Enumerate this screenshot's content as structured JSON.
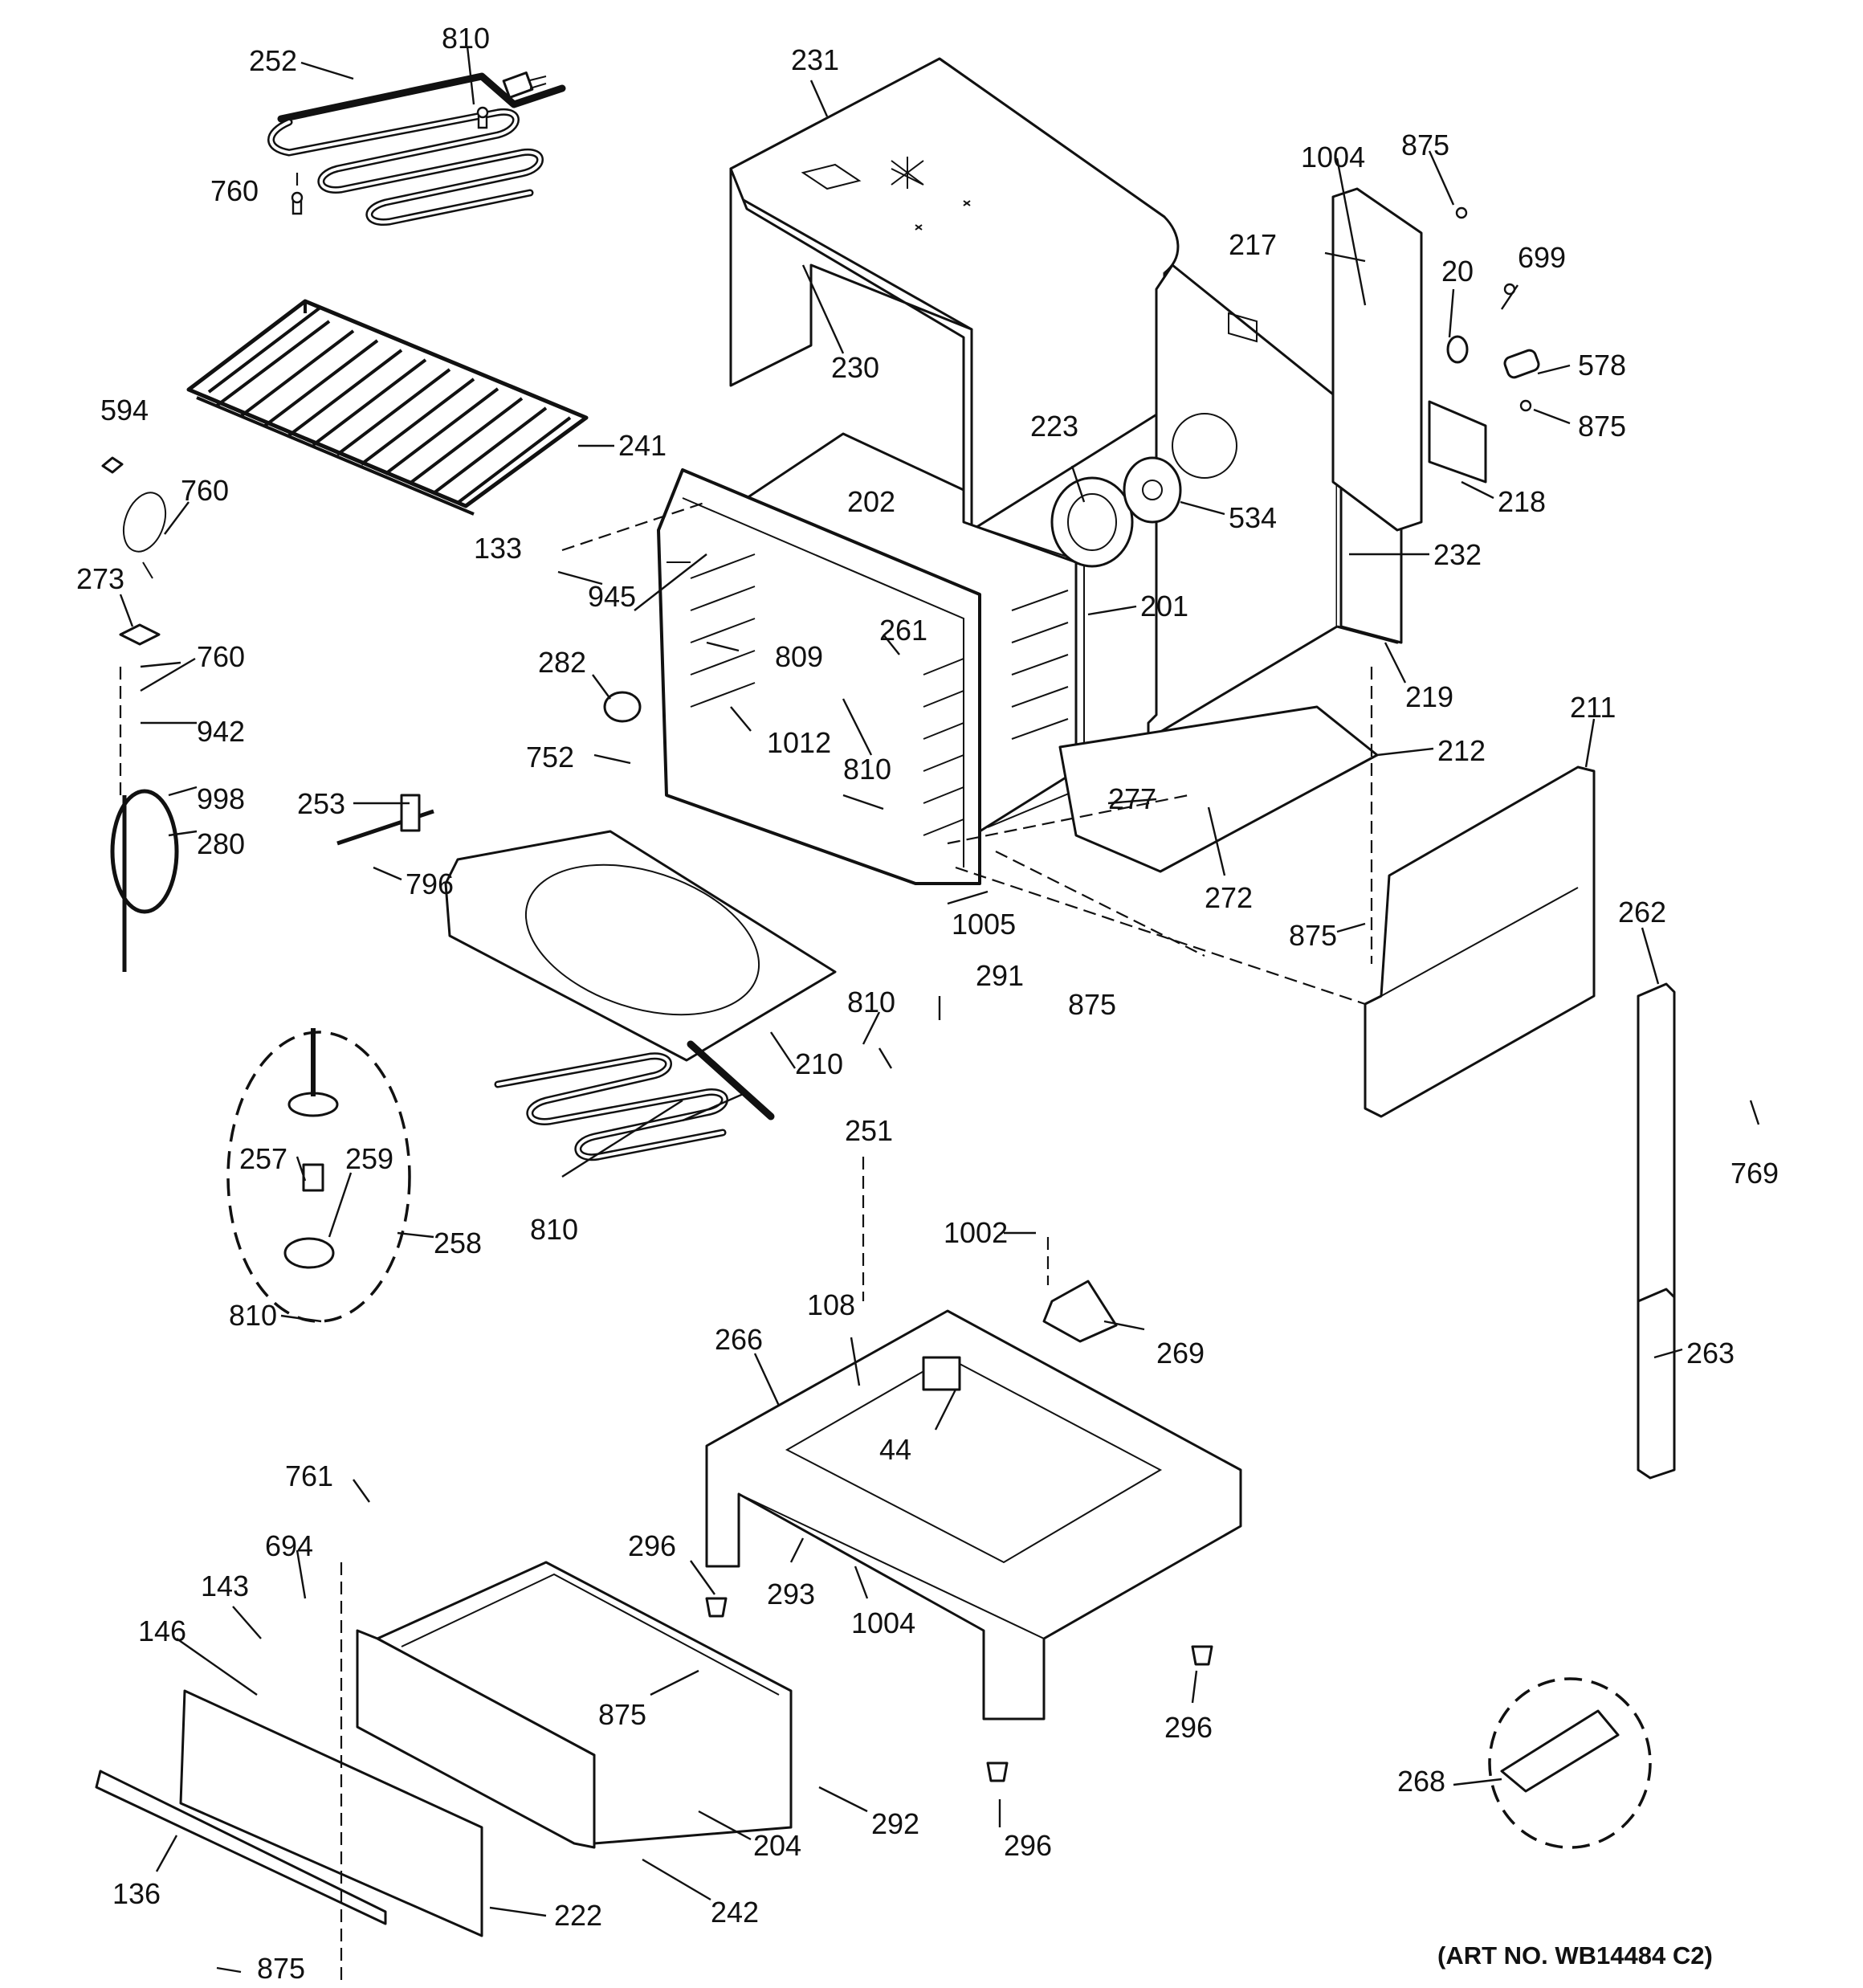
{
  "labels": {
    "l_252_a": "252",
    "l_810_a": "810",
    "l_760_a": "760",
    "l_231": "231",
    "l_230": "230",
    "l_241": "241",
    "l_594": "594",
    "l_760_b": "760",
    "l_273": "273",
    "l_760_c": "760",
    "l_942": "942",
    "l_998": "998",
    "l_280": "280",
    "l_133": "133",
    "l_202": "202",
    "l_945": "945",
    "l_261": "261",
    "l_809": "809",
    "l_282": "282",
    "l_1012": "1012",
    "l_810_b": "810",
    "l_752": "752",
    "l_253": "253",
    "l_796": "796",
    "l_1004_a": "1004",
    "l_875_a": "875",
    "l_217": "217",
    "l_20": "20",
    "l_699": "699",
    "l_578": "578",
    "l_875_b": "875",
    "l_218": "218",
    "l_223": "223",
    "l_534": "534",
    "l_232": "232",
    "l_201": "201",
    "l_219": "219",
    "l_212": "212",
    "l_211": "211",
    "l_277": "277",
    "l_272": "272",
    "l_875_c": "875",
    "l_1005": "1005",
    "l_291": "291",
    "l_875_d": "875",
    "l_810_c": "810",
    "l_210": "210",
    "l_251": "251",
    "l_810_d": "810",
    "l_257": "257",
    "l_259": "259",
    "l_258": "258",
    "l_810_e": "810",
    "l_262": "262",
    "l_769": "769",
    "l_263": "263",
    "l_1002": "1002",
    "l_269": "269",
    "l_108": "108",
    "l_266": "266",
    "l_44": "44",
    "l_761": "761",
    "l_694": "694",
    "l_143": "143",
    "l_146": "146",
    "l_296_a": "296",
    "l_293": "293",
    "l_1004_b": "1004",
    "l_875_e": "875",
    "l_296_b": "296",
    "l_292": "292",
    "l_296_c": "296",
    "l_204": "204",
    "l_268": "268",
    "l_136": "136",
    "l_242": "242",
    "l_222": "222",
    "l_875_f": "875"
  },
  "footer": {
    "art_number": "(ART NO. WB14484 C2)"
  }
}
